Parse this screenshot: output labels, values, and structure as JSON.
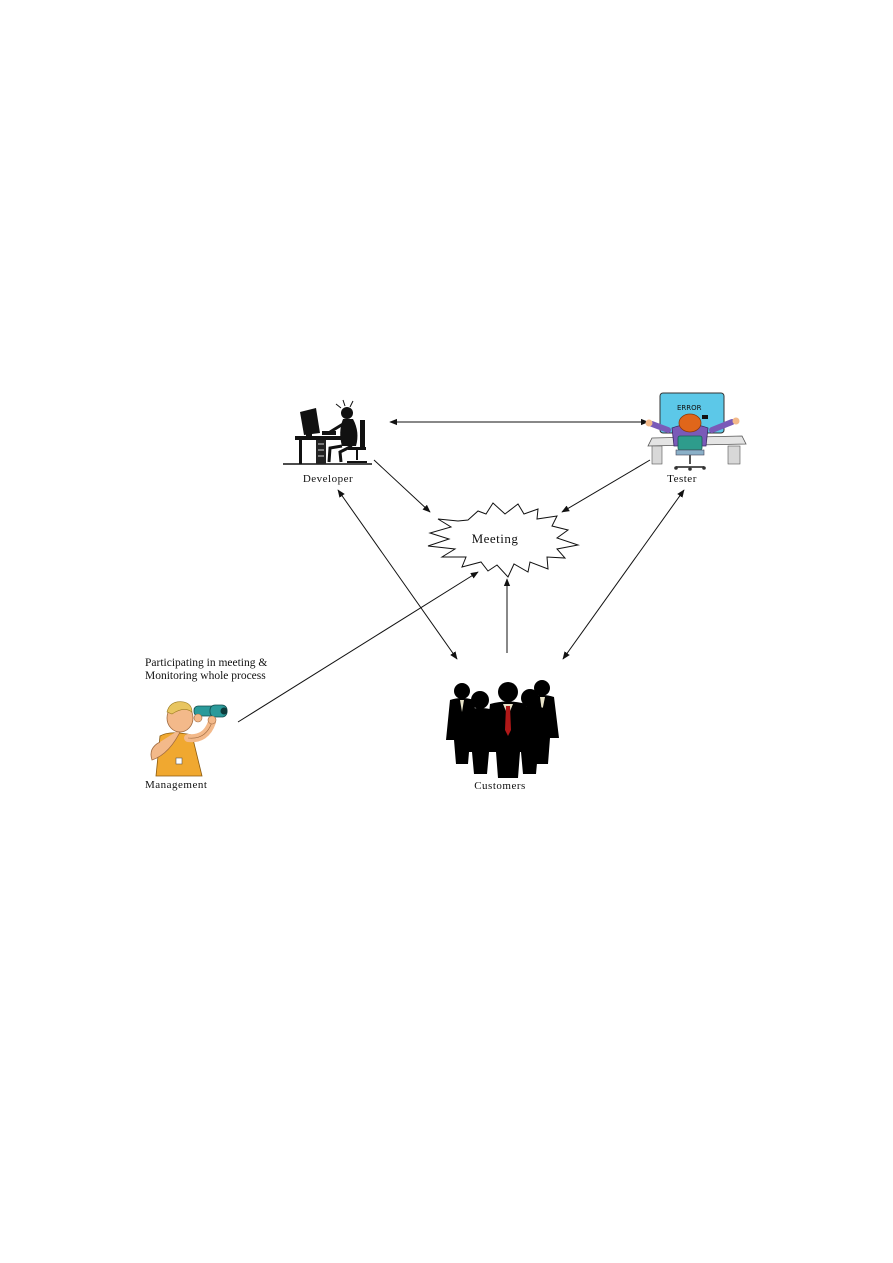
{
  "actors": {
    "developer": {
      "label": "Developer",
      "icon": "developer-at-computer-icon"
    },
    "tester": {
      "label": "Tester",
      "icon": "tester-error-screen-icon",
      "screen_text": "ERROR"
    },
    "meeting": {
      "label": "Meeting",
      "icon": "starburst-icon"
    },
    "management": {
      "label": "Management",
      "icon": "man-with-binoculars-icon"
    },
    "customers": {
      "label": "Customers",
      "icon": "business-people-silhouettes-icon"
    }
  },
  "note": {
    "line1": "Participating in meeting &",
    "line2": "Monitoring whole process"
  },
  "connections": [
    {
      "from": "developer",
      "to": "tester",
      "direction": "both"
    },
    {
      "from": "developer",
      "to": "meeting",
      "direction": "forward"
    },
    {
      "from": "tester",
      "to": "meeting",
      "direction": "forward"
    },
    {
      "from": "developer",
      "to": "customers",
      "direction": "both"
    },
    {
      "from": "tester",
      "to": "customers",
      "direction": "both"
    },
    {
      "from": "customers",
      "to": "meeting",
      "direction": "forward"
    },
    {
      "from": "management",
      "to": "meeting",
      "direction": "forward"
    }
  ],
  "colors": {
    "line": "#111111",
    "screen": "#5cc8e8",
    "tester_shirt": "#7a5ab8",
    "tester_hair": "#e0661a",
    "chair": "#2e9c8c",
    "skin": "#f3b98a",
    "management_shirt": "#f0a830",
    "management_hair": "#e8c560",
    "binoculars": "#2a9a9a",
    "tie": "#b01818"
  }
}
